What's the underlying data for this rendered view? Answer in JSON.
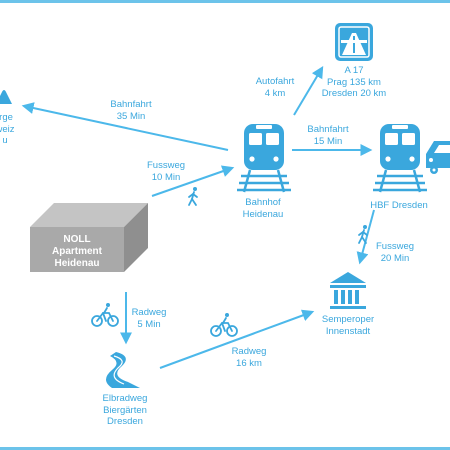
{
  "colors": {
    "accent": "#3aa7dd",
    "arrow": "#4cb8ea",
    "box": "#a9a9a9"
  },
  "apartment": {
    "line1": "NOLL",
    "line2": "Apartment",
    "line3": "Heidenau"
  },
  "left_partial": {
    "line1": "irge",
    "line2": "weiz",
    "line3": "u"
  },
  "bahnhof_heidenau": {
    "line1": "Bahnhof",
    "line2": "Heidenau"
  },
  "hbf_dresden": {
    "label": "HBF Dresden"
  },
  "a17": {
    "sign": "A 17",
    "line2": "Prag 135 km",
    "line3": "Dresden 20 km"
  },
  "semperoper": {
    "line1": "Semperoper",
    "line2": "Innenstadt"
  },
  "elbradweg": {
    "line1": "Elbradweg",
    "line2": "Biergärten",
    "line3": "Dresden"
  },
  "routes": {
    "bahnfahrt_left": {
      "line1": "Bahnfahrt",
      "line2": "35 Min"
    },
    "autofahrt": {
      "line1": "Autofahrt",
      "line2": "4 km"
    },
    "bahnfahrt_hbf": {
      "line1": "Bahnfahrt",
      "line2": "15 Min"
    },
    "fussweg_bahnhof": {
      "line1": "Fussweg",
      "line2": "10 Min"
    },
    "fussweg_semper": {
      "line1": "Fussweg",
      "line2": "20 Min"
    },
    "radweg_elbe": {
      "line1": "Radweg",
      "line2": "5 Min"
    },
    "radweg_semper": {
      "line1": "Radweg",
      "line2": "16 km"
    }
  },
  "icons": [
    "train-icon",
    "highway-icon",
    "car-icon",
    "walker-icon",
    "bicycle-icon",
    "opera-house-icon",
    "river-icon",
    "mountain-icon",
    "building-box"
  ]
}
